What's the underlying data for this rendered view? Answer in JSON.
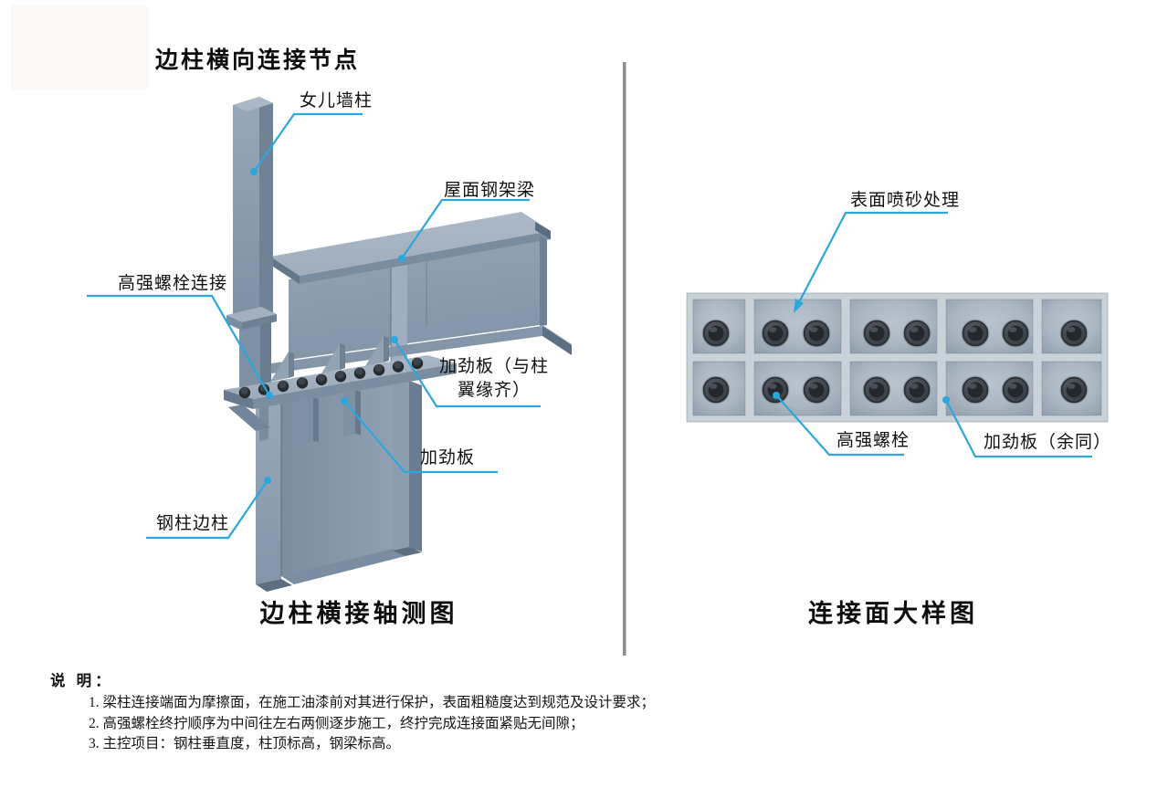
{
  "title": "边柱横向连接节点",
  "figures": {
    "axonometric": {
      "caption": "边柱横接轴测图",
      "labels": {
        "parapet_column": "女儿墙柱",
        "roof_beam": "屋面钢架梁",
        "bolt_connection": "高强螺栓连接",
        "stiffener_flush_line1": "加劲板（与柱",
        "stiffener_flush_line2": "翼缘齐）",
        "stiffener": "加劲板",
        "edge_column": "钢柱边柱"
      }
    },
    "detail": {
      "caption": "连接面大样图",
      "labels": {
        "sandblast": "表面喷砂处理",
        "hs_bolt": "高强螺栓",
        "stiffener_rest": "加劲板（余同）"
      }
    }
  },
  "notes": {
    "heading": "说 明：",
    "items": [
      "1. 梁柱连接端面为摩擦面，在施工油漆前对其进行保护，表面粗糙度达到规范及设计要求；",
      "2. 高强螺栓终拧顺序为中间往左右两侧逐步施工，终拧完成连接面紧贴无间隙；",
      "3. 主控项目：钢柱垂直度，柱顶标高，钢梁标高。"
    ]
  },
  "colors": {
    "leader_line": "#2aa7dc",
    "steel_light": "#a7b4c3",
    "steel_mid": "#8495a9",
    "steel_dark": "#6b7d91",
    "detail_plate_rib": "#c9d2d9",
    "bolt": "#24282d",
    "divider": "#8e8e8e",
    "text": "#111111"
  }
}
